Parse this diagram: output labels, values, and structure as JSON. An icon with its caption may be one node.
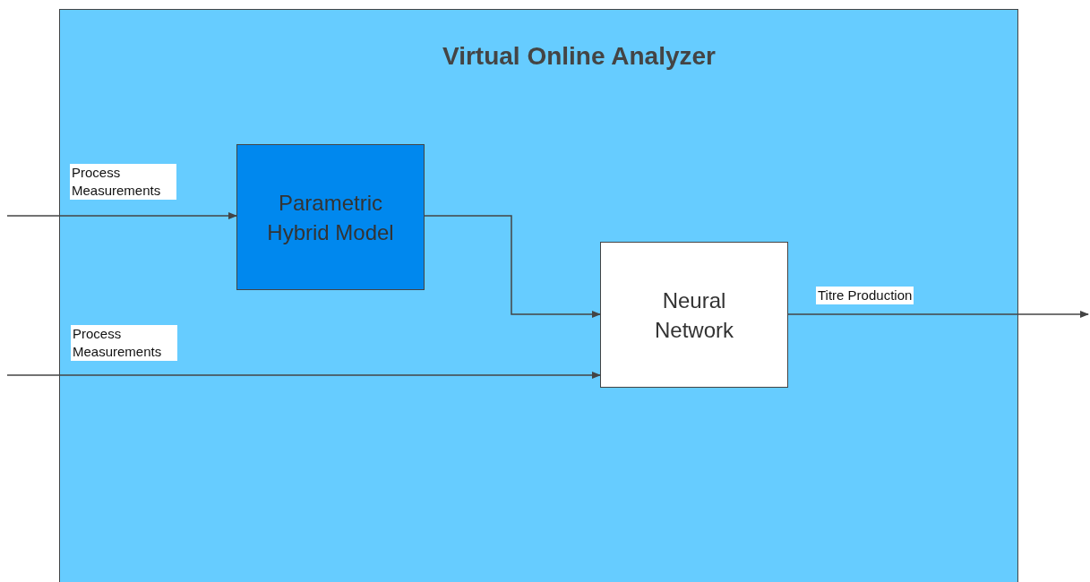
{
  "diagram": {
    "nodes": [
      {
        "text": [
          "Virtual Online Analyzer"
        ]
      },
      {
        "text": [
          "Parametric Hybrid Model"
        ],
        "in": 0
      },
      {
        "text": [
          "Neural Network"
        ],
        "in": 0
      }
    ],
    "edges": [
      {
        "from": null,
        "to": 1,
        "arrow": "to",
        "label": "Process Measurements"
      },
      {
        "from": 1,
        "to": 2,
        "arrow": "to"
      },
      {
        "from": null,
        "to": 2,
        "arrow": "to",
        "label": "Process Measurements"
      },
      {
        "from": 2,
        "to": null,
        "arrow": "to",
        "label": "Titre Production"
      }
    ]
  }
}
